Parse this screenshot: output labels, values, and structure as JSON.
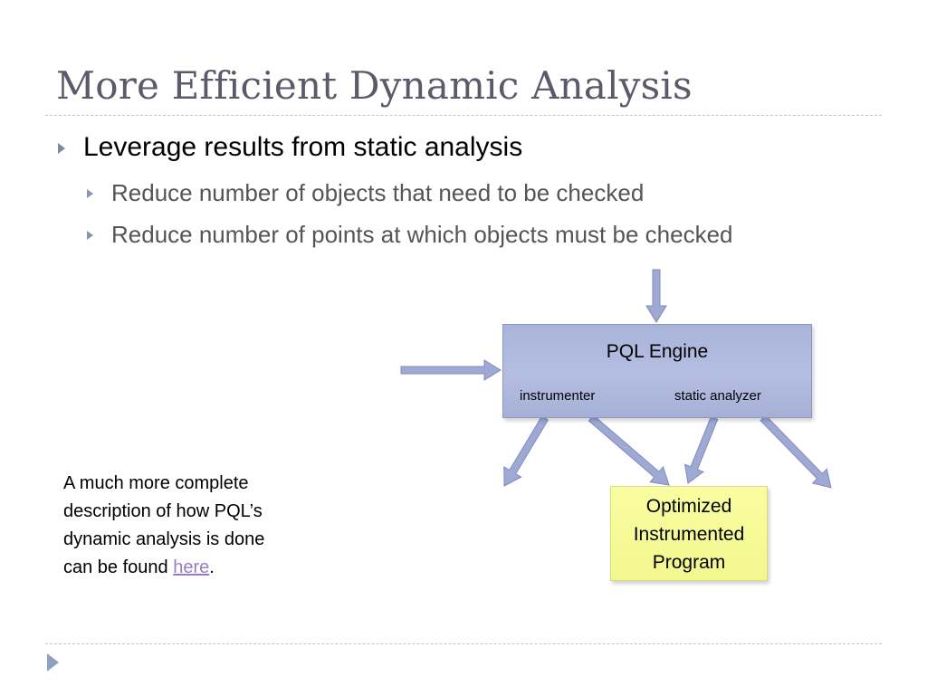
{
  "slide": {
    "title": "More Efficient Dynamic Analysis",
    "bullets": [
      {
        "text": "Leverage results from static analysis",
        "sub": [
          "Reduce number of objects that need to be checked",
          "Reduce number of points at which objects must be checked"
        ]
      }
    ]
  },
  "diagram": {
    "engine": {
      "title": "PQL Engine",
      "left_label": "instrumenter",
      "right_label": "static analyzer",
      "fill": "#b1bbe0"
    },
    "output": {
      "lines": [
        "Optimized",
        "Instrumented",
        "Program"
      ],
      "fill": "#f6fa98"
    },
    "arrow_color": "#9ea9d4"
  },
  "note": {
    "lines": [
      "A much more complete",
      "description of how PQL’s",
      "dynamic analysis is done"
    ],
    "last_prefix": "can be found ",
    "link_text": "here",
    "last_suffix": ".",
    "link_color": "#9a7bc4"
  },
  "nav": {
    "next_icon": "play-triangle-icon"
  }
}
